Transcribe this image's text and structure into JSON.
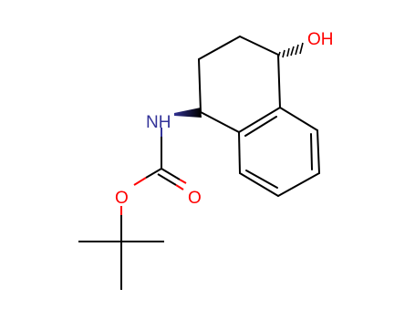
{
  "molecule": {
    "labels": {
      "hydroxyl": "OH",
      "amine": "NH",
      "ester_oxygen": "O",
      "carbonyl_oxygen": "O"
    },
    "colors": {
      "bond": "#000000",
      "oxygen": "#ff0000",
      "nitrogen": "#333399"
    }
  }
}
